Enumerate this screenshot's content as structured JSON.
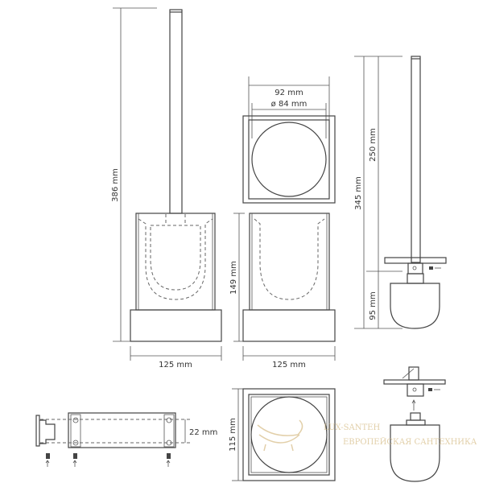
{
  "dimensions": {
    "total_height": "386 mm",
    "holder_width_front": "125 mm",
    "holder_width_side": "125 mm",
    "holder_height": "149 mm",
    "top_outer": "92 mm",
    "top_inner_diameter": "ø 84 mm",
    "brush_total": "345 mm",
    "brush_handle": "250 mm",
    "brush_head": "95 mm",
    "base_depth": "115 mm",
    "mount_hole_spacing": "22 mm"
  },
  "watermark": {
    "brand": "LUX-SANTEH",
    "tagline": "ЕВРОПЕЙСКАЯ САНТЕХНИКА"
  },
  "colors": {
    "line": "#444444",
    "watermark": "#d8bf8c"
  }
}
